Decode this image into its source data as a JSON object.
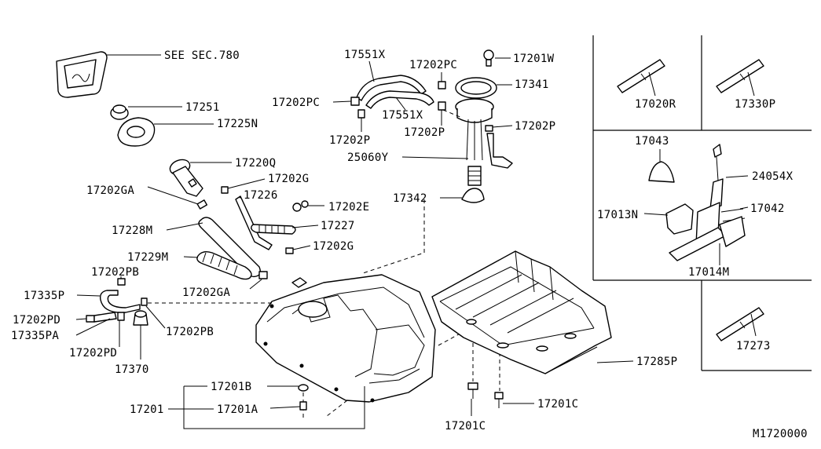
{
  "diagram_id": "M1720000",
  "callouts": {
    "see_sec": "SEE SEC.780",
    "p17251": "17251",
    "p17225N": "17225N",
    "p17220Q": "17220Q",
    "p17202G_a": "17202G",
    "p17202GA_a": "17202GA",
    "p17226": "17226",
    "p17202E": "17202E",
    "p17228M": "17228M",
    "p17227": "17227",
    "p17202G_b": "17202G",
    "p17229M": "17229M",
    "p17202PB_a": "17202PB",
    "p17202GA_b": "17202GA",
    "p17335P": "17335P",
    "p17202PD_a": "17202PD",
    "p17335PA": "17335PA",
    "p17202PD_b": "17202PD",
    "p17370": "17370",
    "p17202PB_b": "17202PB",
    "p17551X_a": "17551X",
    "p17202PC_a": "17202PC",
    "p17202PC_b": "17202PC",
    "p17201W": "17201W",
    "p17341": "17341",
    "p17551X_b": "17551X",
    "p17202P_a": "17202P",
    "p17202P_b": "17202P",
    "p17202P_c": "17202P",
    "p25060Y": "25060Y",
    "p17342": "17342",
    "p17201B": "17201B",
    "p17201": "17201",
    "p17201A": "17201A",
    "p17201C_a": "17201C",
    "p17201C_b": "17201C",
    "p17285P": "17285P",
    "p17020R": "17020R",
    "p17330P": "17330P",
    "p17043": "17043",
    "p24054X": "24054X",
    "p17013N": "17013N",
    "p17042": "17042",
    "p17014M": "17014M",
    "p17273": "17273"
  }
}
